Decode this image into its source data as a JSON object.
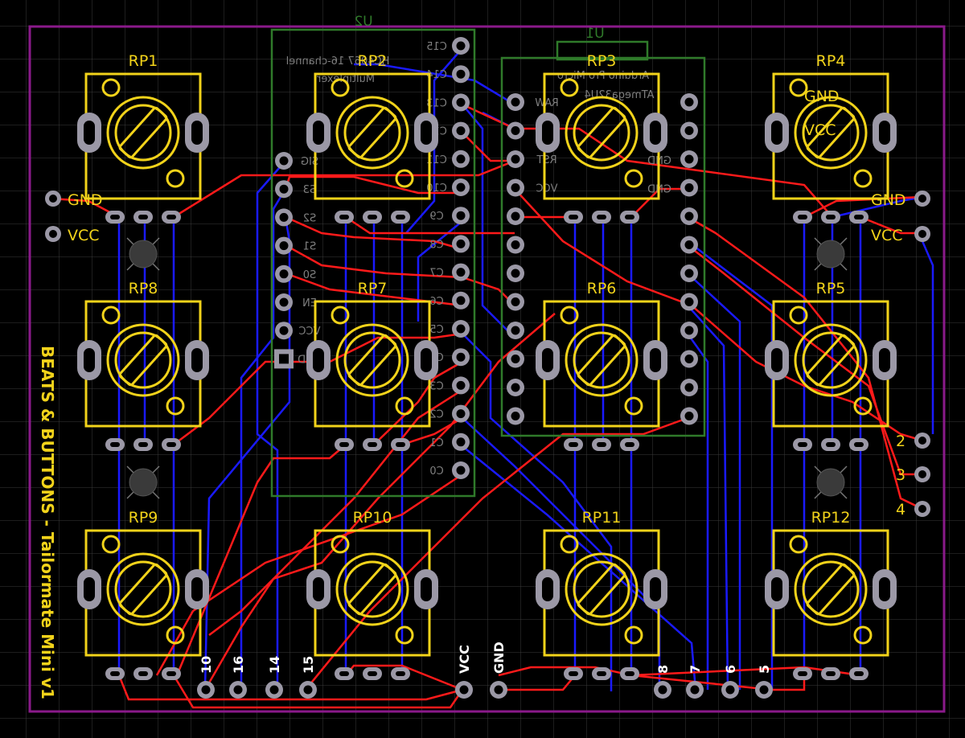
{
  "board": {
    "bg": "#000000",
    "grid_color": "#3a3a3a",
    "outline_color": "#8a1a8a",
    "silk_color": "#f2d31a",
    "part_outline_color": "#2f7a2a",
    "pad_color": "#9b98a6",
    "trace_top": "#ff1a1a",
    "trace_bottom": "#1a1aff"
  },
  "components": {
    "pots": [
      "RP1",
      "RP2",
      "RP3",
      "RP4",
      "RP5",
      "RP6",
      "RP7",
      "RP8",
      "RP9",
      "RP10",
      "RP11",
      "RP12"
    ],
    "u1": {
      "ref": "U1",
      "title": "Arduino Pro Micro",
      "subtitle": "ATmega32U4",
      "pins_left": [
        "RAW",
        "GND",
        "RST",
        "VCC"
      ]
    },
    "u2": {
      "ref": "U2",
      "title": "HC4067 16-channel",
      "subtitle": "Multiplexer",
      "pins_right": [
        "C15",
        "C14",
        "C13",
        "C12",
        "C11",
        "C10",
        "C9",
        "C8",
        "C7",
        "C6",
        "C5",
        "C4",
        "C3",
        "C2",
        "C1",
        "C0"
      ],
      "pins_left": [
        "SIG",
        "S3",
        "S2",
        "S1",
        "S0",
        "EN",
        "VCC",
        "GND"
      ]
    }
  },
  "labels": {
    "left_gnd": "GND",
    "left_vcc": "VCC",
    "right_gnd": "GND",
    "right_vcc": "VCC",
    "rp4_gnd": "GND",
    "rp4_vcc": "VCC",
    "pin2": "2",
    "pin3": "3",
    "pin4": "4",
    "bottom_pins": [
      "10",
      "16",
      "14",
      "15",
      "VCC",
      "GND",
      "8",
      "7",
      "6",
      "5"
    ],
    "side_title": "BEATS & BUTTONS - Tailormate Mini v1"
  }
}
